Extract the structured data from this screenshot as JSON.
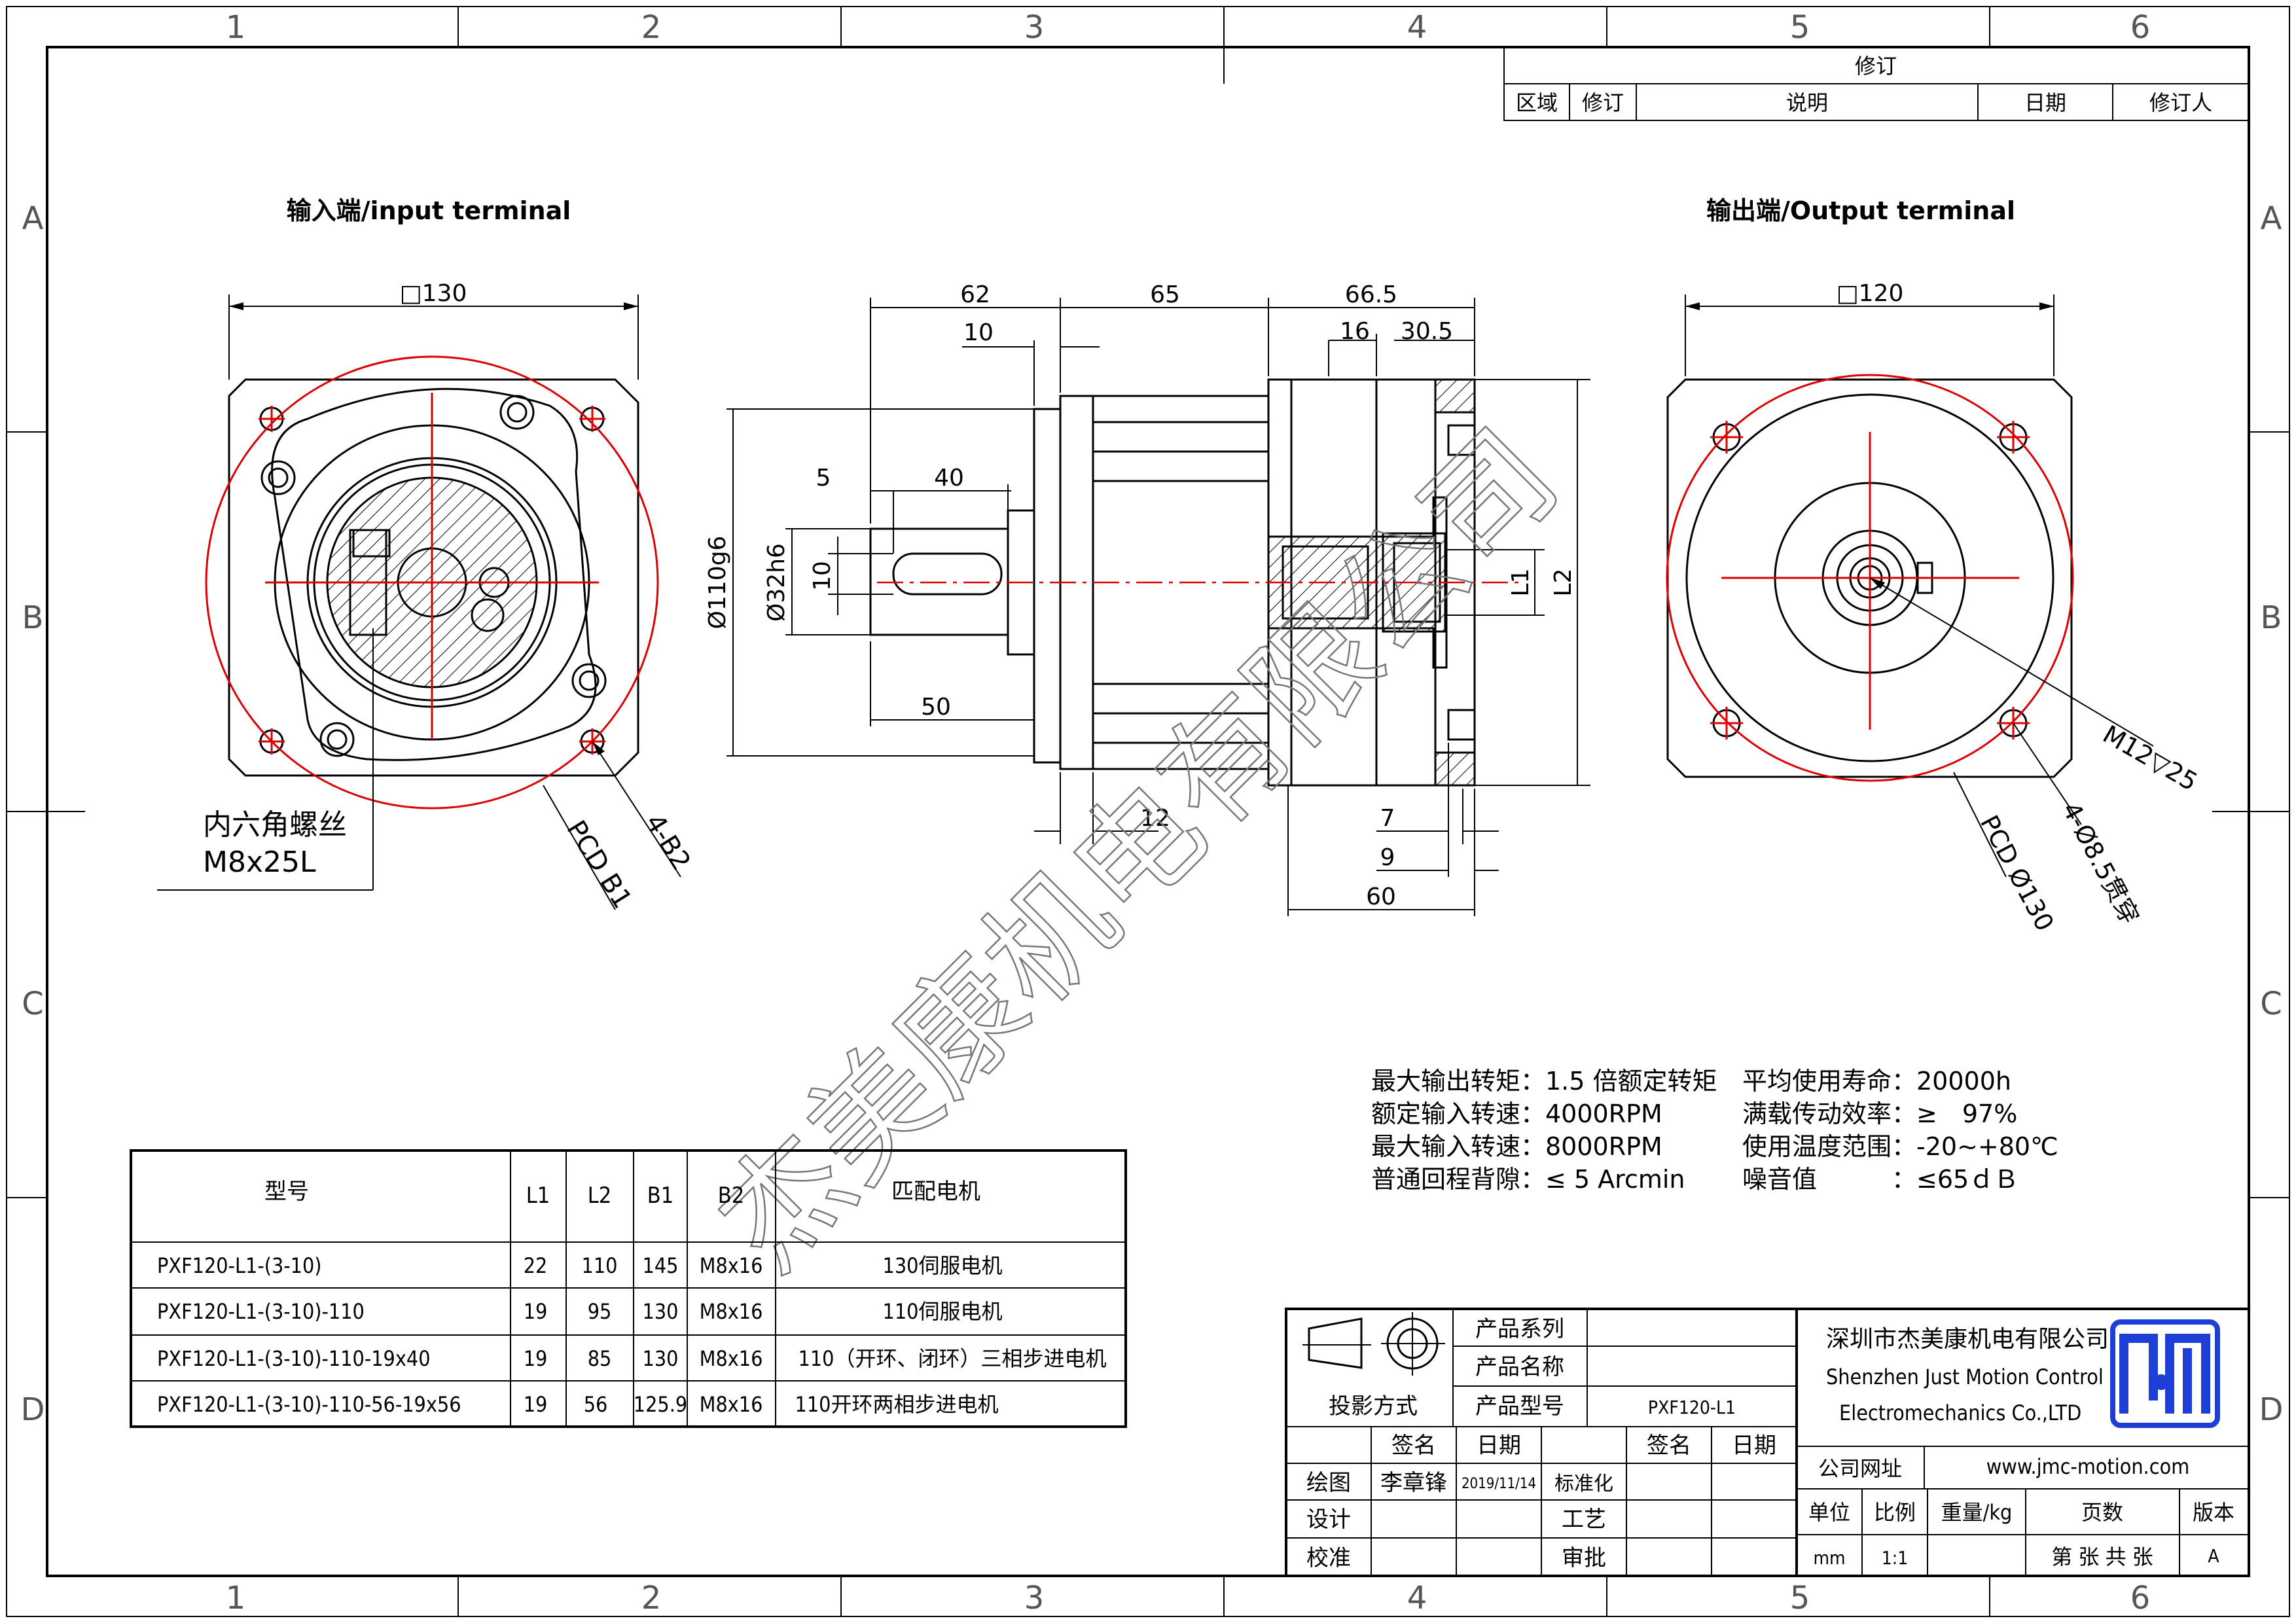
{
  "border": {
    "zone_columns": [
      "1",
      "2",
      "3",
      "4",
      "5",
      "6"
    ],
    "zone_rows": [
      "A",
      "B",
      "C",
      "D"
    ]
  },
  "revision_block": {
    "title": "修订",
    "headers": [
      "区域",
      "修订",
      "说明",
      "日期",
      "修订人"
    ]
  },
  "views": {
    "input_title": "输入端/input terminal",
    "output_title": "输出端/Output terminal"
  },
  "input_view": {
    "square": "□130",
    "screw_label_line1": "内六角螺丝",
    "screw_label_line2": "M8x25L",
    "pcd_label": "PCD B1",
    "holes_label": "4-B2"
  },
  "side_view": {
    "dim_62": "62",
    "dim_65": "65",
    "dim_66_5": "66.5",
    "dim_10_top": "10",
    "dim_16": "16",
    "dim_30_5": "30.5",
    "dim_5": "5",
    "dim_40": "40",
    "dim_50": "50",
    "dim_110g6": "Ø110g6",
    "dim_32h6": "Ø32h6",
    "dim_10_key": "10",
    "dim_L1": "L1",
    "dim_L2": "L2",
    "dim_12": "12",
    "dim_7": "7",
    "dim_9": "9",
    "dim_60": "60"
  },
  "output_view": {
    "square": "□120",
    "thread_label": "M12▽25",
    "holes_label": "4-Ø8.5贯穿",
    "pcd_label": "PCD Ø130"
  },
  "specs": {
    "left": [
      "最大输出转矩：1.5 倍额定转矩",
      "额定输入转速：4000RPM",
      "最大输入转速：8000RPM",
      "普通回程背隙：≤ 5 Arcmin"
    ],
    "right": [
      "平均使用寿命：20000h",
      "满载传动效率：≥　97%",
      "使用温度范围：-20~+80℃",
      "噪音值　　　：≤65ｄＢ"
    ]
  },
  "model_table": {
    "headers": [
      "型号",
      "L1",
      "L2",
      "B1",
      "B2",
      "匹配电机"
    ],
    "rows": [
      [
        "PXF120-L1-(3-10)",
        "22",
        "110",
        "145",
        "M8x16",
        "130伺服电机"
      ],
      [
        "PXF120-L1-(3-10)-110",
        "19",
        "95",
        "130",
        "M8x16",
        "110伺服电机"
      ],
      [
        "PXF120-L1-(3-10)-110-19x40",
        "19",
        "85",
        "130",
        "M8x16",
        "110（开环、闭环）三相步进电机"
      ],
      [
        "PXF120-L1-(3-10)-110-56-19x56",
        "19",
        "56",
        "125.9",
        "M8x16",
        "110开环两相步进电机"
      ]
    ]
  },
  "title_block": {
    "series_label": "产品系列",
    "series_value": "",
    "name_label": "产品名称",
    "name_value": "",
    "projection_label": "投影方式",
    "model_label": "产品型号",
    "model_value": "PXF120-L1",
    "sign_label": "签名",
    "date_label": "日期",
    "sign_label_2": "签名",
    "date_label_2": "日期",
    "draw_label": "绘图",
    "draw_name": "李章锋",
    "draw_date": "2019/11/14",
    "standard_label": "标准化",
    "design_label": "设计",
    "process_label": "工艺",
    "check_label": "校准",
    "approve_label": "审批",
    "company_cn": "深圳市杰美康机电有限公司",
    "company_en_1": "Shenzhen Just Motion Control",
    "company_en_2": "Electromechanics Co.,LTD",
    "website_label": "公司网址",
    "website": "www.jmc-motion.com",
    "unit_label": "单位",
    "scale_label": "比例",
    "weight_label": "重量/kg",
    "pages_label": "页数",
    "version_label": "版本",
    "unit_value": "mm",
    "scale_value": "1:1",
    "weight_value": "",
    "pages_value": "第 张 共 张",
    "version_value": "A",
    "logo_color": "#1d3fd6"
  },
  "watermark": "杰美康机电有限公司"
}
